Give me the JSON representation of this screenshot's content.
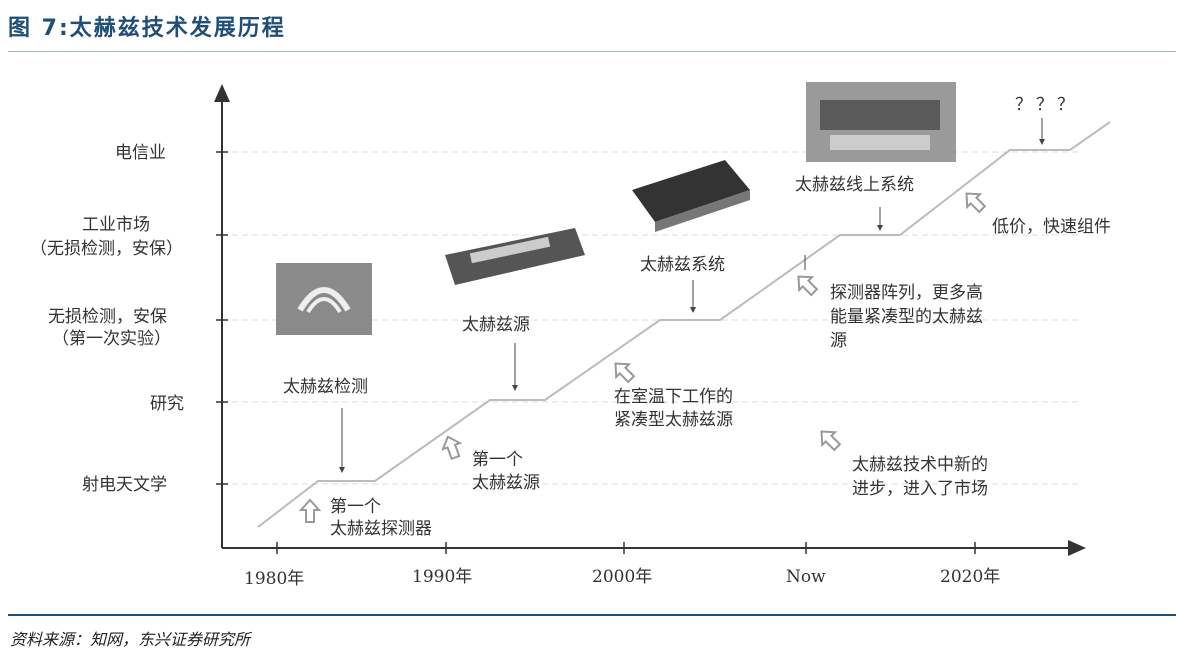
{
  "title": "图 7:太赫兹技术发展历程",
  "source": "资料来源：知网，东兴证券研究所",
  "y_levels": [
    "电信业",
    "工业市场",
    "（无损检测，安保）",
    "无损检测，安保",
    "（第一次实验）",
    "研究",
    "射电天文学"
  ],
  "x_ticks": [
    "1980年",
    "1990年",
    "2000年",
    "Now",
    "2020年"
  ],
  "labels": {
    "thz_detect": "太赫兹检测",
    "first_detector_1": "第一个",
    "first_detector_2": "太赫兹探测器",
    "first_source_1": "第一个",
    "first_source_2": "太赫兹源",
    "thz_source": "太赫兹源",
    "room_temp_1": "在室温下工作的",
    "room_temp_2": "紧凑型太赫兹源",
    "thz_system": "太赫兹系统",
    "progress_1": "太赫兹技术中新的",
    "progress_2": "进步，进入了市场",
    "array_1": "探测器阵列，更多高",
    "array_2": "能量紧凑型的太赫兹",
    "array_3": "源",
    "online_system": "太赫兹线上系统",
    "low_cost": "低价，快速组件",
    "future": "？？？"
  }
}
